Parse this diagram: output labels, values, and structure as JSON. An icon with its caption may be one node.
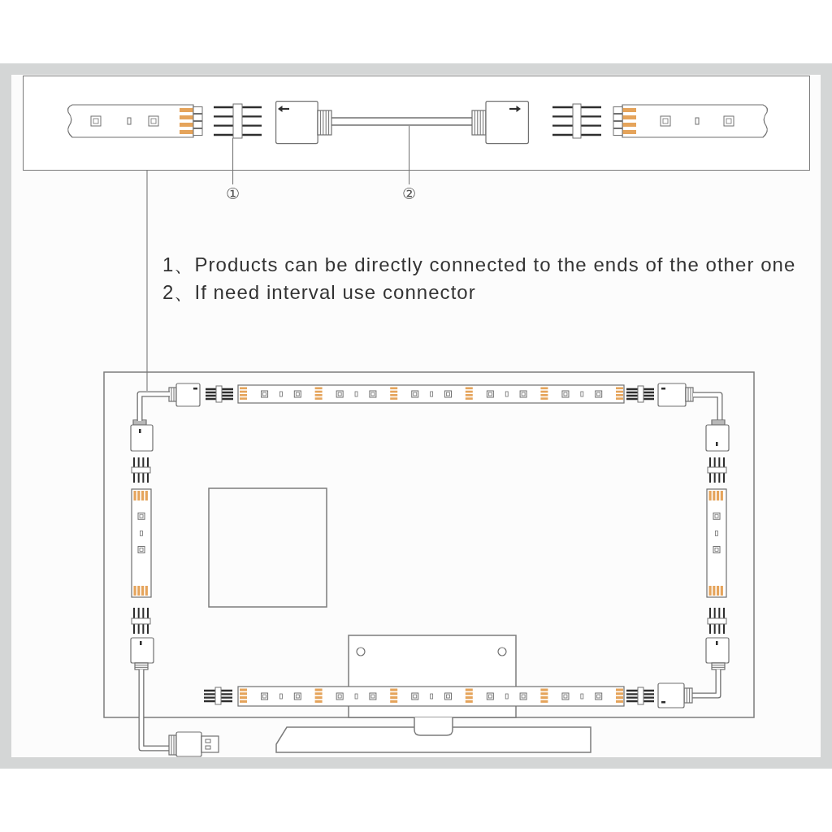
{
  "diagram": {
    "nodes": [
      {
        "text": [],
        "shape": "box"
      },
      {
        "text": [
          "①"
        ]
      },
      {
        "text": [],
        "shape": "picture",
        "in": 0
      },
      {
        "text": [
          "②"
        ]
      },
      {
        "text": [],
        "shape": "picture",
        "in": 0
      },
      {
        "text": [],
        "shape": "picture"
      }
    ],
    "edges": [
      {
        "from": 1,
        "to": 2,
        "arrow": "none"
      },
      {
        "from": 3,
        "to": 4,
        "arrow": "none"
      },
      {
        "from": 0,
        "to": 5,
        "arrow": "none"
      }
    ],
    "labels": [
      "1、Products can be directly connected to the ends of the other one",
      "2、If need interval use connector"
    ]
  }
}
